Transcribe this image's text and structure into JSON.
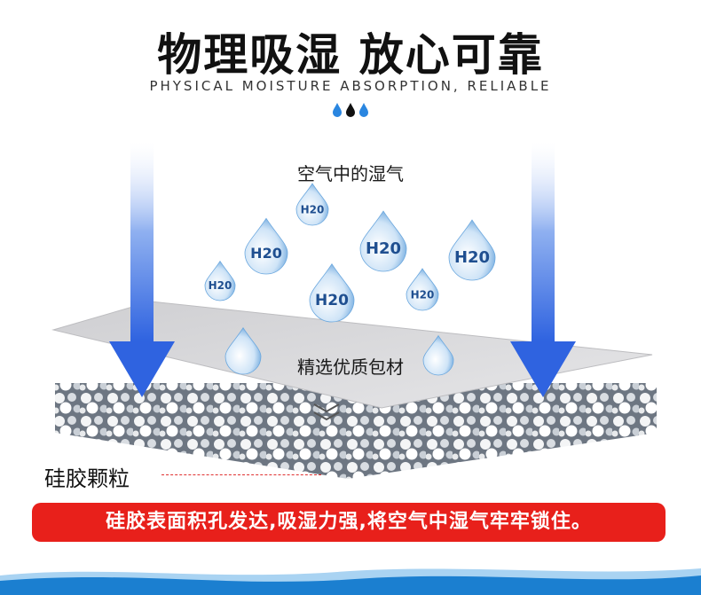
{
  "header": {
    "title": "物理吸湿 放心可靠",
    "subtitle": "PHYSICAL MOISTURE ABSORPTION, RELIABLE"
  },
  "labels": {
    "air_moisture": "空气中的湿气",
    "packaging": "精选优质包材",
    "silica_gel": "硅胶颗粒",
    "drop_text": "H20"
  },
  "banner": {
    "text": "硅胶表面积孔发达,吸湿力强,将空气中湿气牢牢锁住。"
  },
  "colors": {
    "banner_bg": "#e8201b",
    "arrow_blue": "#2f63e0",
    "drop_blue": "#2a86e0",
    "wave_blue": "#1b7fd0"
  },
  "icons": {
    "drops": "water-drops-icon",
    "arrows": "down-arrow-icon",
    "chevron": "double-chevron-down-icon"
  }
}
